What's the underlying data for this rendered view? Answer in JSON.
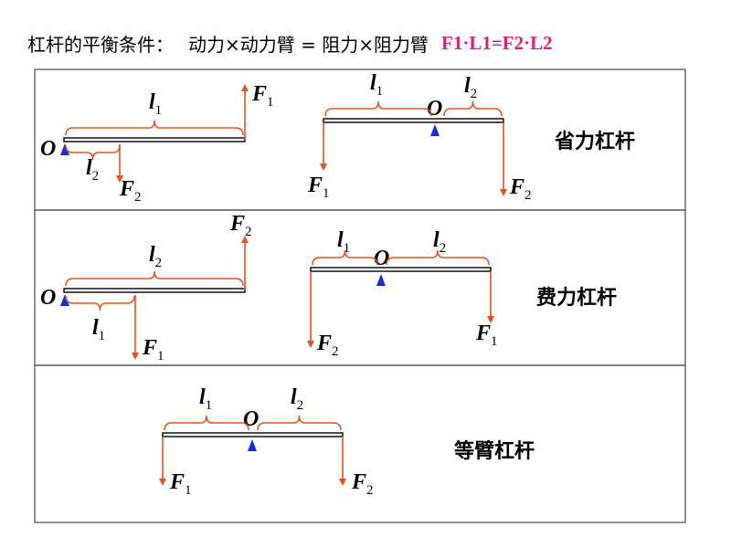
{
  "header": {
    "prefix": "杠杆的平衡条件：",
    "rule": "动力×动力臂 = 阻力×阻力臂",
    "formula": "F1·L1=F2·L2",
    "formula_color": "#e0207a"
  },
  "colors": {
    "force_arrow": "#e8501e",
    "arm_brace": "#e8501e",
    "fulcrum": "#1a2bd6",
    "lever": "#000000",
    "border": "#555555"
  },
  "symbols": {
    "fulcrum": "O",
    "force": "F",
    "arm": "l",
    "sub1": "1",
    "sub2": "2"
  },
  "panels": [
    {
      "type_label": "省力杠杆"
    },
    {
      "type_label": "费力杠杆"
    },
    {
      "type_label": "等臂杠杆"
    }
  ]
}
